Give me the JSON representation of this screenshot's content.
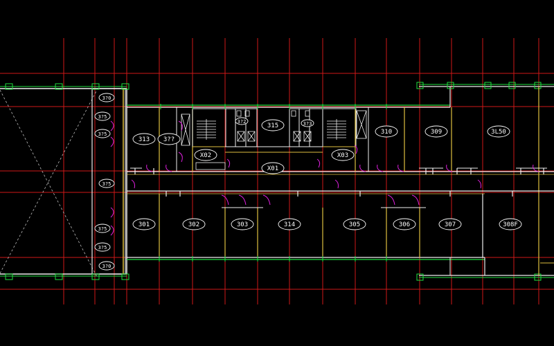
{
  "drawing": {
    "colors": {
      "background": "#000000",
      "grid": "#d01818",
      "wall": "#f0f0f0",
      "wall_alt": "#e0c040",
      "window": "#20e040",
      "door": "#e020e0",
      "tag_outline": "#ffffff",
      "stair": "#ffffff"
    },
    "room_tags": [
      {
        "id": "313",
        "label": "313"
      },
      {
        "id": "unk1",
        "label": "3??"
      },
      {
        "id": "302",
        "label": "X02"
      },
      {
        "id": "315",
        "label": "315"
      },
      {
        "id": "303",
        "label": "X03"
      },
      {
        "id": "310",
        "label": "310"
      },
      {
        "id": "309",
        "label": "309"
      },
      {
        "id": "3050",
        "label": "3L50"
      },
      {
        "id": "301-corr",
        "label": "X01"
      },
      {
        "id": "301",
        "label": "301"
      },
      {
        "id": "302b",
        "label": "302"
      },
      {
        "id": "303b",
        "label": "303"
      },
      {
        "id": "314",
        "label": "314"
      },
      {
        "id": "305",
        "label": "305"
      },
      {
        "id": "306",
        "label": "306"
      },
      {
        "id": "307",
        "label": "307"
      },
      {
        "id": "308f",
        "label": "308F"
      }
    ],
    "side_tags": [
      {
        "label": "3?0"
      },
      {
        "label": "3?5"
      },
      {
        "label": "3?5"
      },
      {
        "label": "3?5"
      },
      {
        "label": "3?5"
      },
      {
        "label": "3?5"
      },
      {
        "label": "3?0"
      }
    ],
    "wc_tags": [
      {
        "label": "3?2"
      },
      {
        "label": "3?3"
      }
    ]
  }
}
